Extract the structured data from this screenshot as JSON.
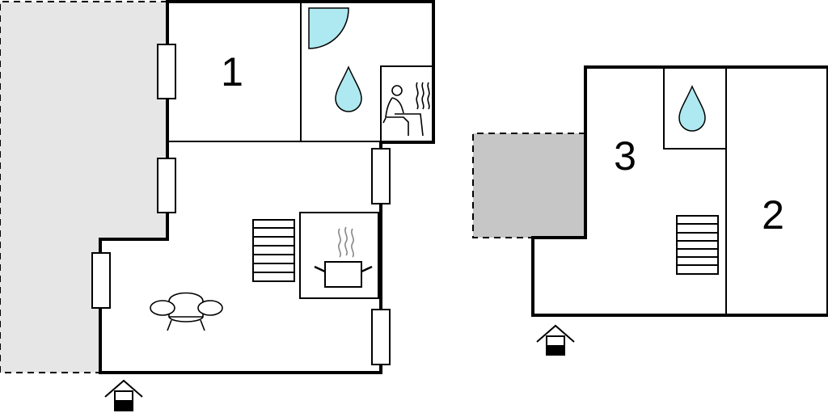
{
  "plan": {
    "floors": [
      {
        "rooms": [
          {
            "id": "room-1",
            "label": "1"
          }
        ],
        "icons": [
          "shower-icon",
          "water-drop-icon",
          "sauna-icon",
          "stairs-icon",
          "kitchen-pot-icon",
          "sofa-icon",
          "entrance-icon"
        ]
      },
      {
        "rooms": [
          {
            "id": "room-3",
            "label": "3"
          },
          {
            "id": "room-2",
            "label": "2"
          }
        ],
        "icons": [
          "water-drop-icon",
          "stairs-icon",
          "entrance-icon"
        ]
      }
    ],
    "colors": {
      "terrace_light": "#e6e6e6",
      "terrace_dark": "#c6c6c6",
      "water": "#aee8f0",
      "wall": "#000000"
    }
  }
}
